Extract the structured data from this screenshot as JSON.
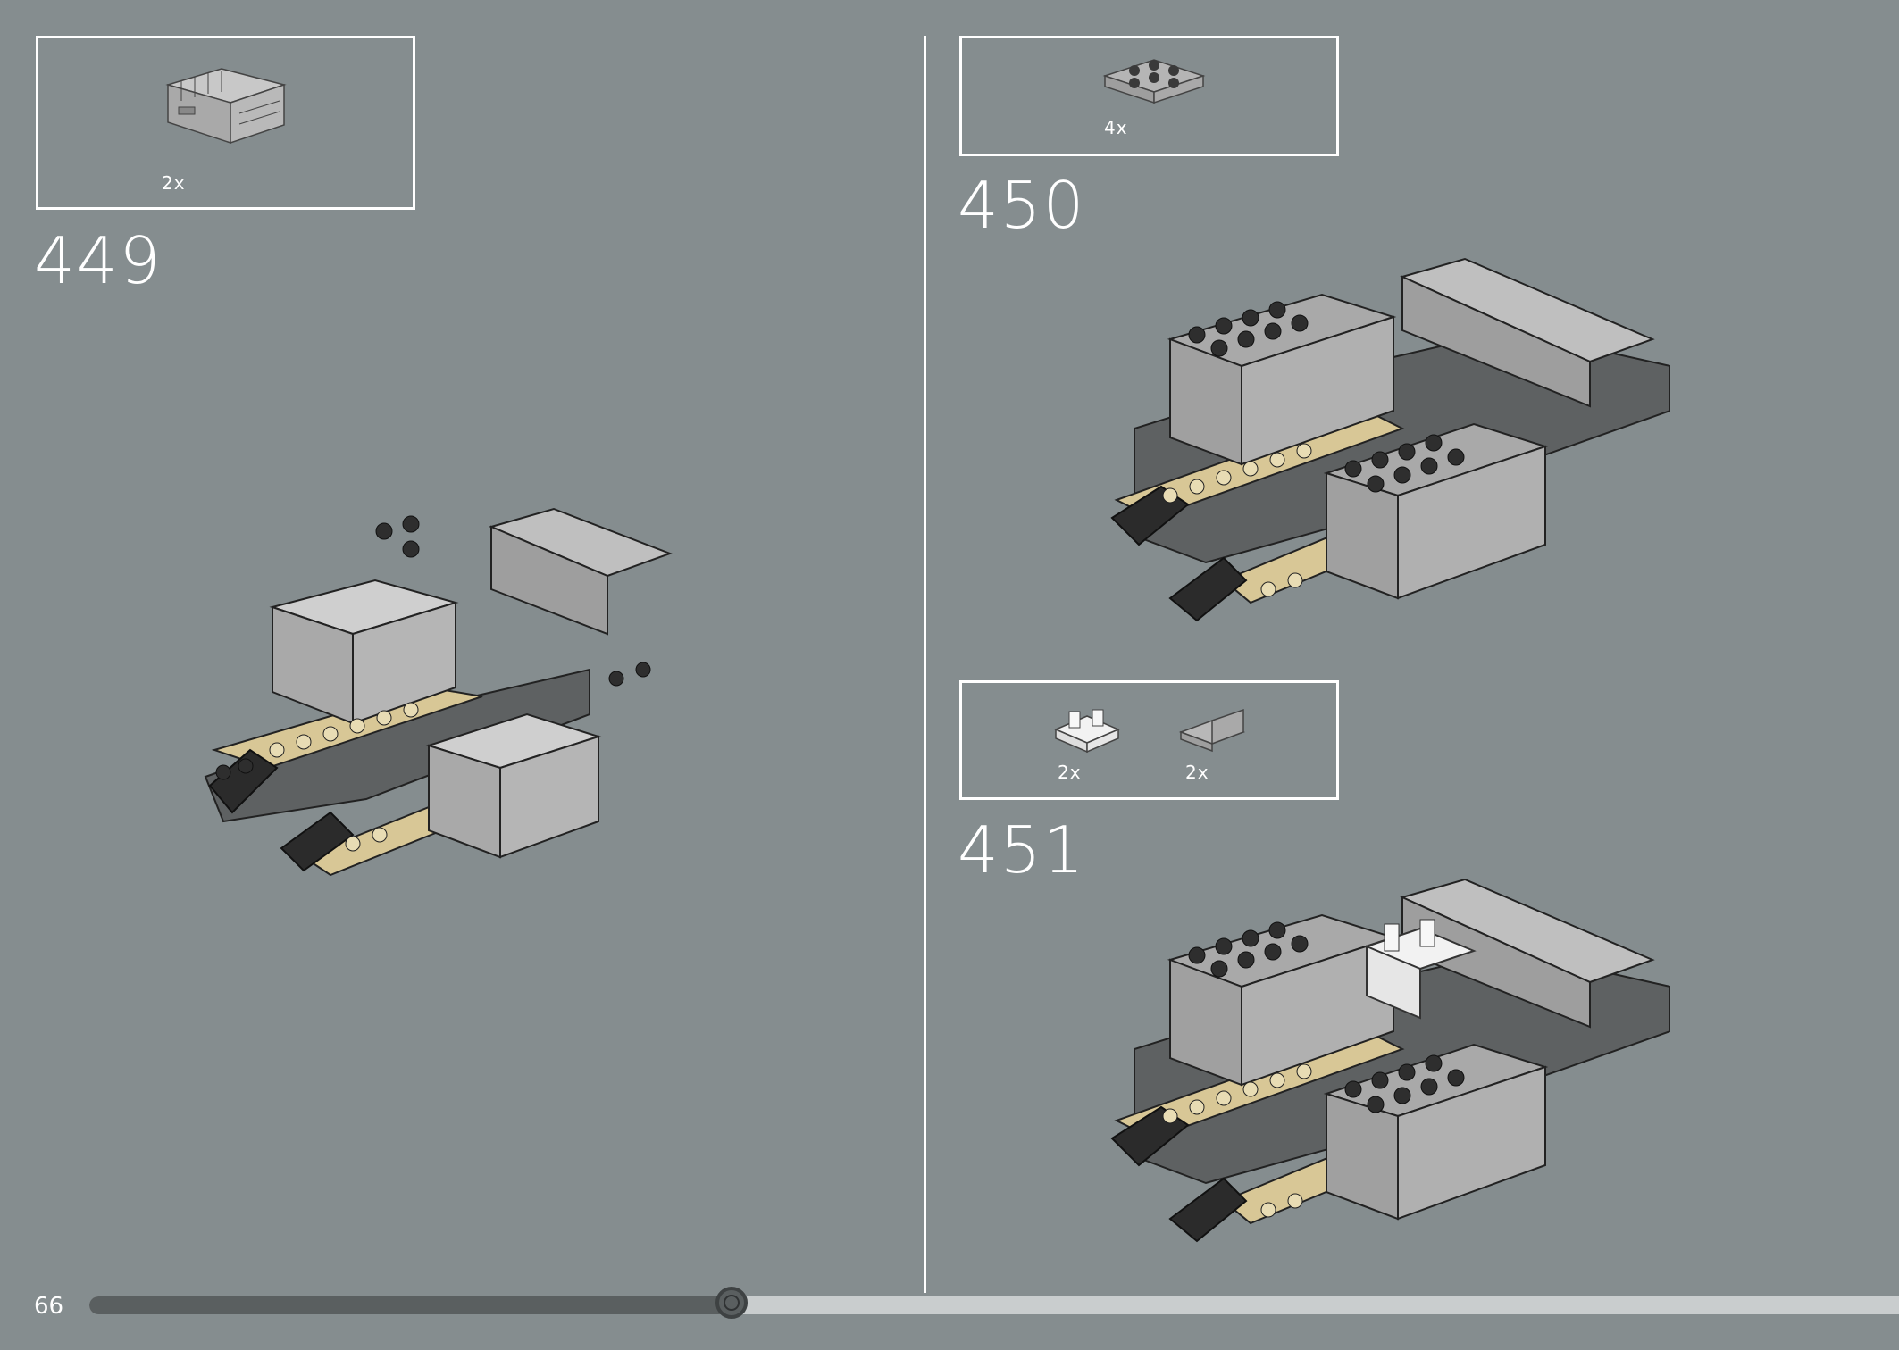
{
  "page_number": "66",
  "progress": {
    "fraction": 0.355
  },
  "steps": [
    {
      "number": "449",
      "parts": [
        {
          "quantity": "2x",
          "icon": "crate-brick-icon"
        }
      ]
    },
    {
      "number": "450",
      "parts": [
        {
          "quantity": "4x",
          "icon": "plate-2x3-icon"
        }
      ]
    },
    {
      "number": "451",
      "parts": [
        {
          "quantity": "2x",
          "icon": "white-clip-bracket-icon"
        },
        {
          "quantity": "2x",
          "icon": "grey-bracket-icon"
        }
      ]
    }
  ],
  "colors": {
    "background": "#858d8f",
    "light_grey_brick": "#a9a9a9",
    "dark_grey_brick": "#5e6162",
    "tan_plate": "#d8c796",
    "black_slope": "#2b2b2b",
    "white_part": "#f2f2f2"
  }
}
